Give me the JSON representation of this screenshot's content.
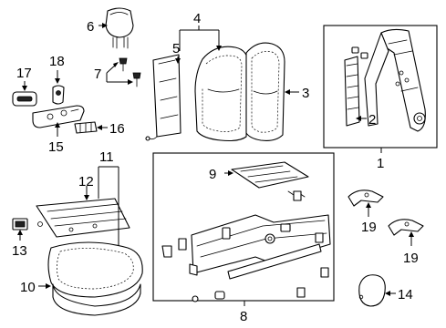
{
  "callouts": {
    "c1": "1",
    "c2": "2",
    "c3": "3",
    "c4": "4",
    "c5": "5",
    "c6": "6",
    "c7": "7",
    "c8": "8",
    "c9": "9",
    "c10": "10",
    "c11": "11",
    "c12": "12",
    "c13": "13",
    "c14": "14",
    "c15": "15",
    "c16": "16",
    "c17": "17",
    "c18": "18",
    "c19a": "19",
    "c19b": "19"
  }
}
